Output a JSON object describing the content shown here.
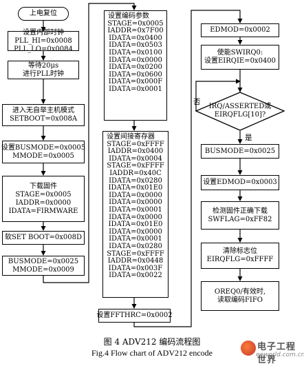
{
  "diagram": {
    "col1": {
      "start": "上电复位",
      "clock": [
        "设置内部时钟",
        "PLL_HI=0x0008",
        "PLL_LO=0x0084"
      ],
      "wait": [
        "等待20μs",
        "进行PLL时钟"
      ],
      "nonboot": [
        "进入无自举主机模式",
        "SETBOOT=0x008A"
      ],
      "busmode1": [
        "设置BUSMODE=0x0005",
        "MMODE=0x0005"
      ],
      "firmware": [
        "下载固件",
        "STAGE=0x0005",
        "IADDR=0x0000",
        "IDATA=FIRMWARE"
      ],
      "softboot": "软SET BOOT=0x008D",
      "busmode2": [
        "BUSMODE=0x0025",
        "MMODE=0x0009"
      ]
    },
    "col2": {
      "params_title": "设置编码参数",
      "params": [
        "STAGE=0x0005",
        "IADDR=0x7F00",
        "IDATA=0x0400",
        "IDATA=0x0503",
        "IDATA=0x0100",
        "IDATA=0x0000",
        "IDATA=0x0200",
        "IDATA=0x0600",
        "IDATA=0x000F",
        "IDATA=0x0001"
      ],
      "indirect_title": "设置间接寄存器",
      "indirect": [
        "STAGE=0xFFFF",
        "IADDR=0x0400",
        "IDATA=0x0004",
        "STAGE=0xFFFF",
        "IADDR=0x40C",
        "IDATA=0x0280",
        "IDATA=0x01E0",
        "IDATA=0x0000",
        "IDATA=0x0000",
        "IDATA=0x0001",
        "IDATA=0x0000",
        "IDATA=0x01E0",
        "IDATA=0x0000",
        "IDATA=0x0001",
        "IDATA=0x0280",
        "STAGE=0xFFFF",
        "IADDR=0x0448",
        "IDATA=0x003F",
        "IDATA=0x0022"
      ],
      "ffthrc": "设置FFTHRC=0x0002"
    },
    "col3": {
      "edmod1": "EDMOD=0x0002",
      "swirq": [
        "使能SWIRQ0:",
        "设置EIRQIE=0x0400"
      ],
      "decision": [
        "IRQ/ASSERTED或",
        "EIRQFLG[10]?"
      ],
      "no_label": "否",
      "yes_label": "是",
      "busmode3": "BUSMODE=0x0025",
      "edmod2": "设置EDMOD=0x0003",
      "check": [
        "检测固件正确下载",
        "SWFLAG=0xFF82"
      ],
      "clear": [
        "清除标志位",
        "EIRQFLG=0xFFFF"
      ],
      "read": [
        "OREQ0/有效时,",
        "读取编码FIFO"
      ]
    }
  },
  "caption": {
    "cn": "图 4    ADV212 编码流程图",
    "en": "Fig.4    Flow chart of ADV212 encode"
  },
  "watermark": {
    "cn": "电子工程世界",
    "en": "eeworld.com.cn"
  }
}
